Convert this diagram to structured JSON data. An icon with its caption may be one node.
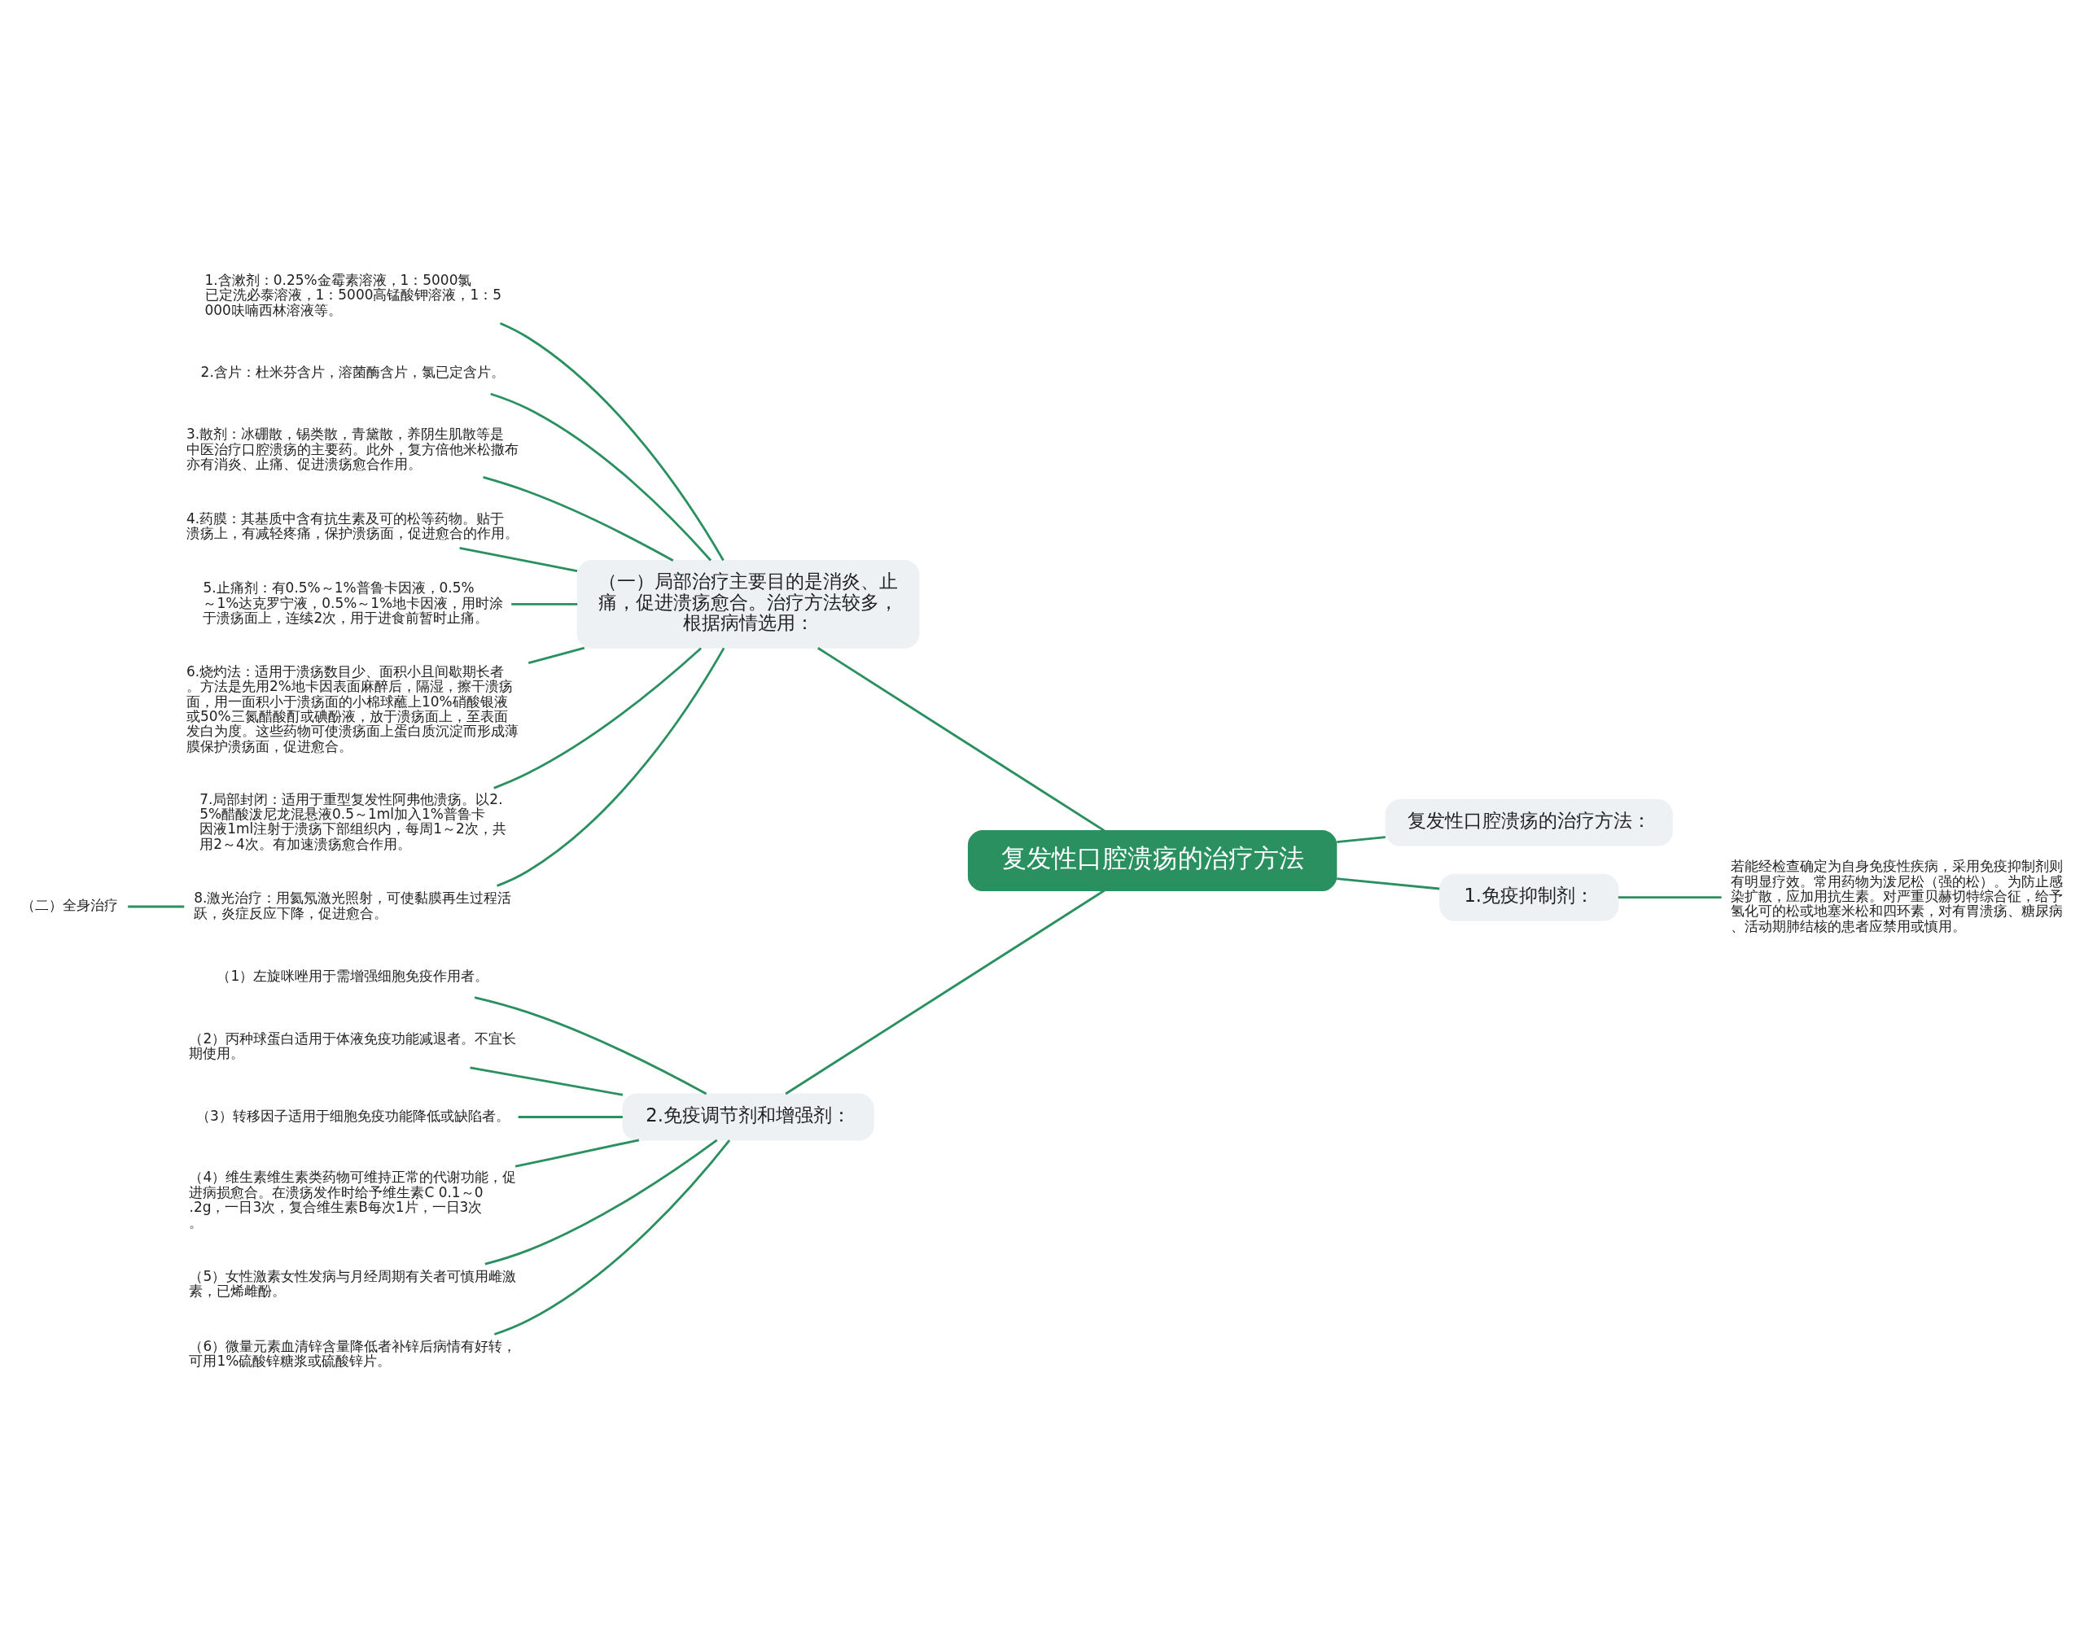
{
  "diagram": {
    "nodes": [
      {
        "text": [
          "复发性口腔溃疡的治疗方法"
        ]
      },
      {
        "text": [
          "复发性口腔溃疡的治疗方法："
        ]
      },
      {
        "text": [
          "1.免疫抑制剂："
        ]
      },
      {
        "text": [
          "若能经检查确定为自身免疫性疾病，采用免疫抑制剂则有明显疗效。常用药物为泼尼松（强的松）。为防止感染扩散，应加用抗生素。对严重贝赫切特综合征，给予氢化可的松或地塞米松和四环素，对有胃溃疡、糖尿病、活动期肺结核的患者应禁用或慎用。"
        ]
      },
      {
        "text": [
          "（一）局部治疗主要目的是消炎、止痛，促进溃疡愈合。治疗方法较多，根据病情选用："
        ]
      },
      {
        "text": [
          "1.含漱剂：0.25%金霉素溶液，1：5000氯已定洗必泰溶液，1：5000高锰酸钾溶液，1：5000呋喃西林溶液等。"
        ]
      },
      {
        "text": [
          "2.含片：杜米芬含片，溶菌酶含片，氯已定含片。"
        ]
      },
      {
        "text": [
          "3.散剂：冰硼散，锡类散，青黛散，养阴生肌散等是中医治疗口腔溃疡的主要药。此外，复方倍他米松撒布亦有消炎、止痛、促进溃疡愈合作用。"
        ]
      },
      {
        "text": [
          "4.药膜：其基质中含有抗生素及可的松等药物。贴于溃疡上，有减轻疼痛，保护溃疡面，促进愈合的作用。"
        ]
      },
      {
        "text": [
          "5.止痛剂：有0.5%～1%普鲁卡因液，0.5%～1%达克罗宁液，0.5%～1%地卡因液，用时涂于溃疡面上，连续2次，用于进食前暂时止痛。"
        ]
      },
      {
        "text": [
          "6.烧灼法：适用于溃疡数目少、面积小且间歇期长者。方法是先用2%地卡因表面麻醉后，隔湿，擦干溃疡面，用一面积小于溃疡面的小棉球蘸上10%硝酸银液或50%三氮醋酸酊或碘酚液，放于溃疡面上，至表面发白为度。这些药物可使溃疡面上蛋白质沉淀而形成薄膜保护溃疡面，促进愈合。"
        ]
      },
      {
        "text": [
          "7.局部封闭：适用于重型复发性阿弗他溃疡。以2.5%醋酸泼尼龙混悬液0.5～1ml加入1%普鲁卡因液1ml注射于溃疡下部组织内，每周1～2次，共用2～4次。有加速溃疡愈合作用。"
        ]
      },
      {
        "text": [
          "8.激光治疗：用氦氖激光照射，可使黏膜再生过程活跃，炎症反应下降，促进愈合。"
        ]
      },
      {
        "text": [
          "（二）全身治疗"
        ]
      },
      {
        "text": [
          "2.免疫调节剂和增强剂："
        ]
      },
      {
        "text": [
          "（1）左旋咪唑用于需增强细胞免疫作用者。"
        ]
      },
      {
        "text": [
          "（2）丙种球蛋白适用于体液免疫功能减退者。不宜长期使用。"
        ]
      },
      {
        "text": [
          "（3）转移因子适用于细胞免疫功能降低或缺陷者。"
        ]
      },
      {
        "text": [
          "（4）维生素维生素类药物可维持正常的代谢功能，促进病损愈合。在溃疡发作时给予维生素C 0.1～0.2g，一日3次，复合维生素B每次1片，一日3次。"
        ]
      },
      {
        "text": [
          "（5）女性激素女性发病与月经周期有关者可慎用雌激素，已烯雌酚。"
        ]
      },
      {
        "text": [
          "（6）微量元素血清锌含量降低者补锌后病情有好转，可用1%硫酸锌糖浆或硫酸锌片。"
        ]
      }
    ],
    "edges": [
      {
        "from": 0,
        "to": 1,
        "arrow": "none"
      },
      {
        "from": 0,
        "to": 2,
        "arrow": "none"
      },
      {
        "from": 2,
        "to": 3,
        "arrow": "none"
      },
      {
        "from": 0,
        "to": 4,
        "arrow": "none"
      },
      {
        "from": 4,
        "to": 5,
        "arrow": "none"
      },
      {
        "from": 4,
        "to": 6,
        "arrow": "none"
      },
      {
        "from": 4,
        "to": 7,
        "arrow": "none"
      },
      {
        "from": 4,
        "to": 8,
        "arrow": "none"
      },
      {
        "from": 4,
        "to": 9,
        "arrow": "none"
      },
      {
        "from": 4,
        "to": 10,
        "arrow": "none"
      },
      {
        "from": 4,
        "to": 11,
        "arrow": "none"
      },
      {
        "from": 4,
        "to": 12,
        "arrow": "none"
      },
      {
        "from": 12,
        "to": 13,
        "arrow": "none"
      },
      {
        "from": 0,
        "to": 14,
        "arrow": "none"
      },
      {
        "from": 14,
        "to": 15,
        "arrow": "none"
      },
      {
        "from": 14,
        "to": 16,
        "arrow": "none"
      },
      {
        "from": 14,
        "to": 17,
        "arrow": "none"
      },
      {
        "from": 14,
        "to": 18,
        "arrow": "none"
      },
      {
        "from": 14,
        "to": 19,
        "arrow": "none"
      },
      {
        "from": 14,
        "to": 20,
        "arrow": "none"
      }
    ]
  }
}
